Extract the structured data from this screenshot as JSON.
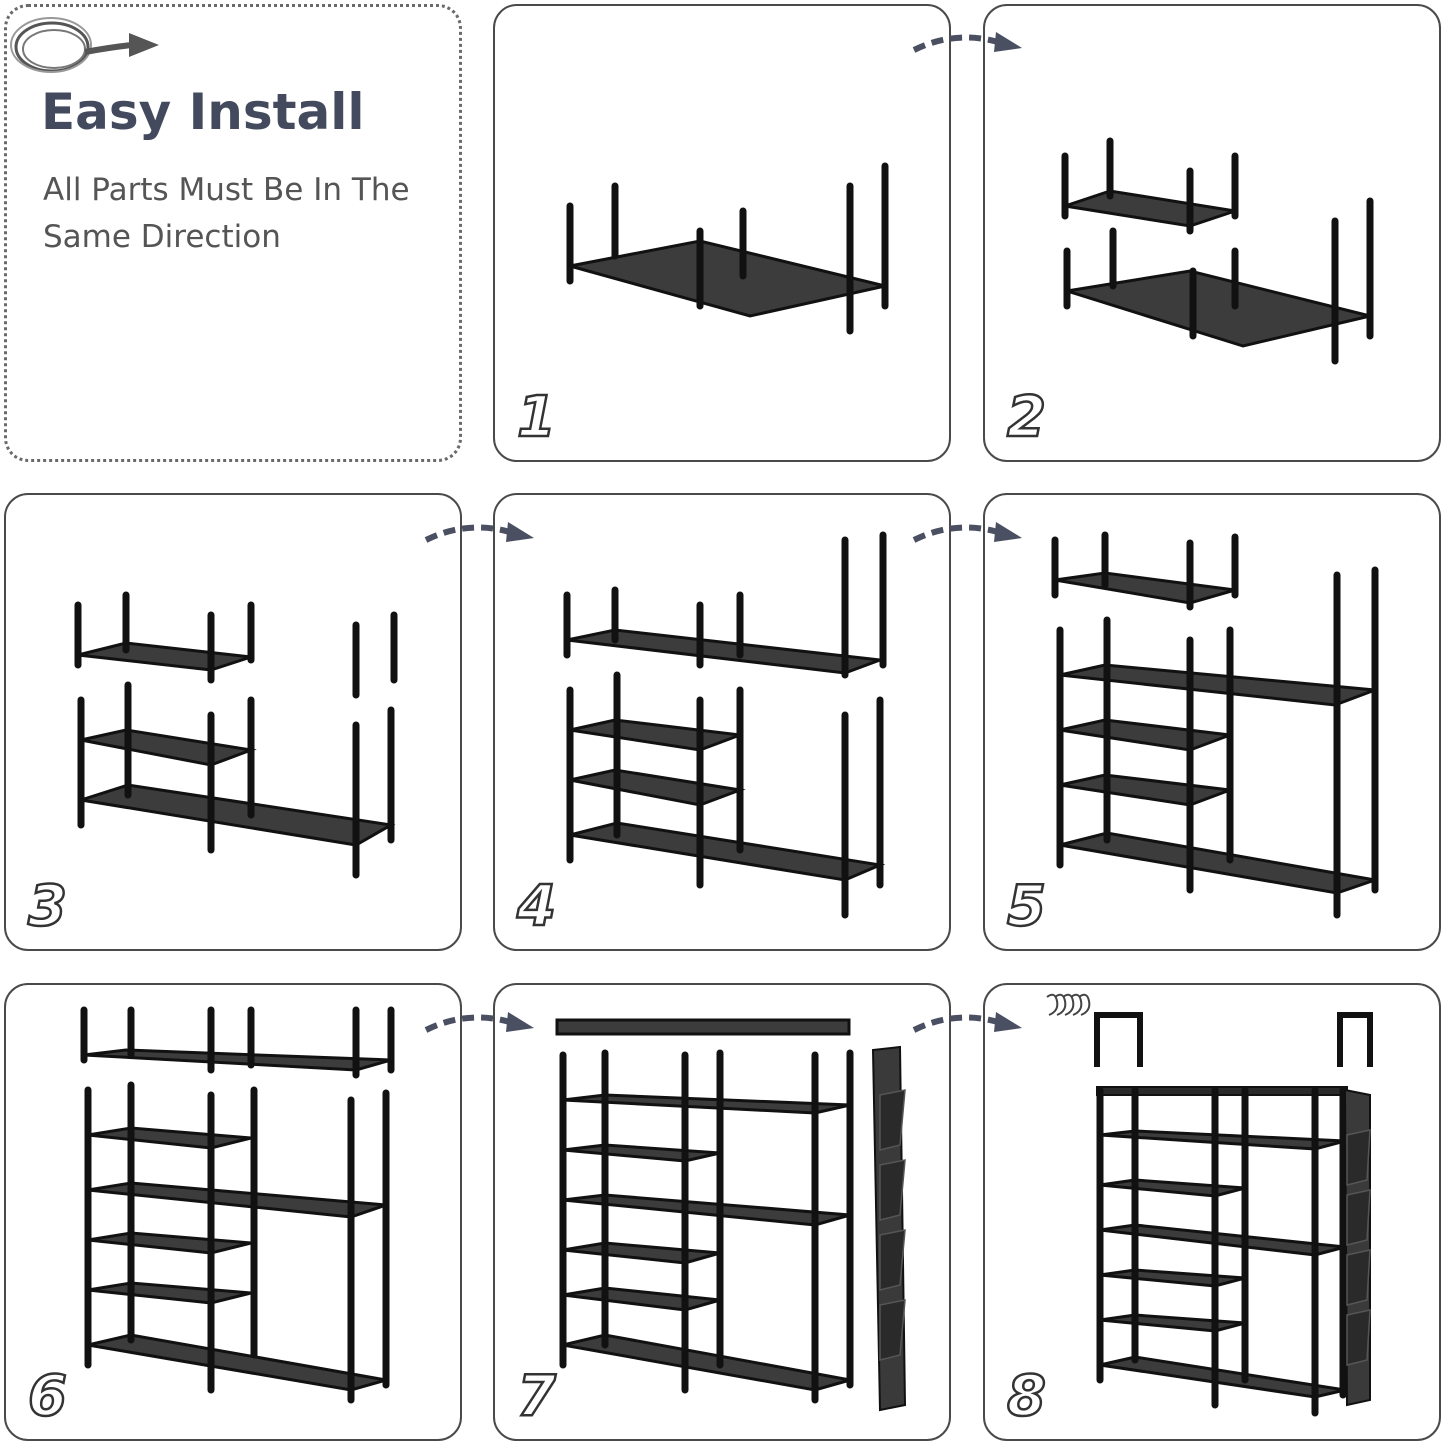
{
  "intro": {
    "title": "Easy Install",
    "subtitle": "All Parts Must Be In The Same Direction"
  },
  "steps": [
    {
      "number": "1"
    },
    {
      "number": "2"
    },
    {
      "number": "3"
    },
    {
      "number": "4"
    },
    {
      "number": "5"
    },
    {
      "number": "6"
    },
    {
      "number": "7"
    },
    {
      "number": "8"
    }
  ],
  "colors": {
    "frame": "#1a1a1a",
    "shelf": "#3a3a3a",
    "border": "#4a4a4a",
    "title": "#444a5e",
    "arrow": "#4a4f62"
  }
}
